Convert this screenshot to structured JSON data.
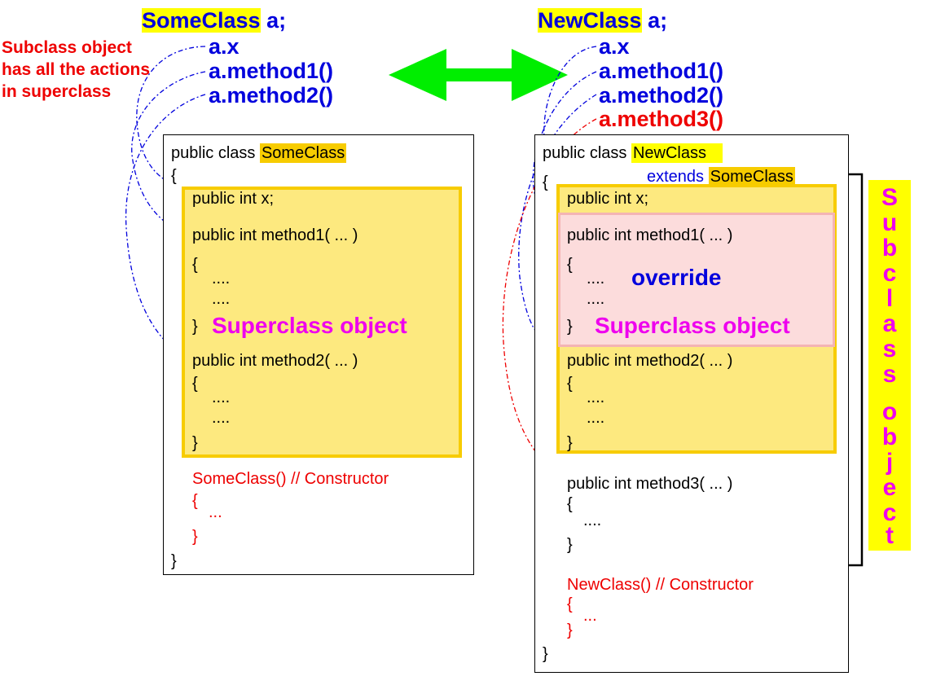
{
  "left": {
    "decl_class": "SomeClass",
    "decl_var": "a;",
    "access": [
      "a.x",
      "a.method1()",
      "a.method2()"
    ],
    "side_note": [
      "Subclass object",
      "has all the actions",
      "in superclass"
    ],
    "class_header_prefix": "public class",
    "class_name": "SomeClass",
    "open_brace": "{",
    "field": "public  int x;",
    "method1_sig": "public int method1( ... )",
    "method1_open": "{",
    "method1_body1": "....",
    "method1_body2": "....",
    "method1_close": "}",
    "superclass_label": "Superclass object",
    "method2_sig": "public int method2( ... )",
    "method2_open": "{",
    "method2_body1": "....",
    "method2_body2": "....",
    "method2_close": "}",
    "constructor_sig": "SomeClass() // Constructor",
    "constructor_open": "{",
    "constructor_body": "...",
    "constructor_close": "}",
    "close_brace": "}"
  },
  "right": {
    "decl_class": "NewClass",
    "decl_var": "a;",
    "access": [
      "a.x",
      "a.method1()",
      "a.method2()",
      "a.method3()"
    ],
    "class_header_prefix": "public class",
    "class_name": "NewClass",
    "extends_keyword": "extends",
    "extends_class": "SomeClass",
    "open_brace": "{",
    "field": "public  int x;",
    "method1_sig": "public int method1( ... )",
    "method1_open": "{",
    "method1_body1": "....",
    "method1_body2": "....",
    "method1_close": "}",
    "override_label": "override",
    "superclass_label": "Superclass object",
    "method2_sig": "public int method2( ... )",
    "method2_open": "{",
    "method2_body1": "....",
    "method2_body2": "....",
    "method2_close": "}",
    "method3_sig": "public int method3( ... )",
    "method3_open": "{",
    "method3_body": "....",
    "method3_close": "}",
    "constructor_sig": "NewClass() // Constructor",
    "constructor_open": "{",
    "constructor_body": "...",
    "constructor_close": "}",
    "close_brace": "}"
  },
  "subclass_object_letters": [
    "S",
    "u",
    "b",
    "c",
    "l",
    "a",
    "s",
    "s",
    "o",
    "b",
    "j",
    "e",
    "c",
    "t"
  ],
  "colors": {
    "highlight_yellow": "#ffff00",
    "highlight_orange": "#f7cc00",
    "superclass_fill": "#fde97f",
    "override_fill": "#fcdcdc",
    "access_blue": "#0000dd",
    "accent_red": "#ee0000",
    "label_magenta": "#ee00ee",
    "arrow_green": "#00ee00"
  }
}
